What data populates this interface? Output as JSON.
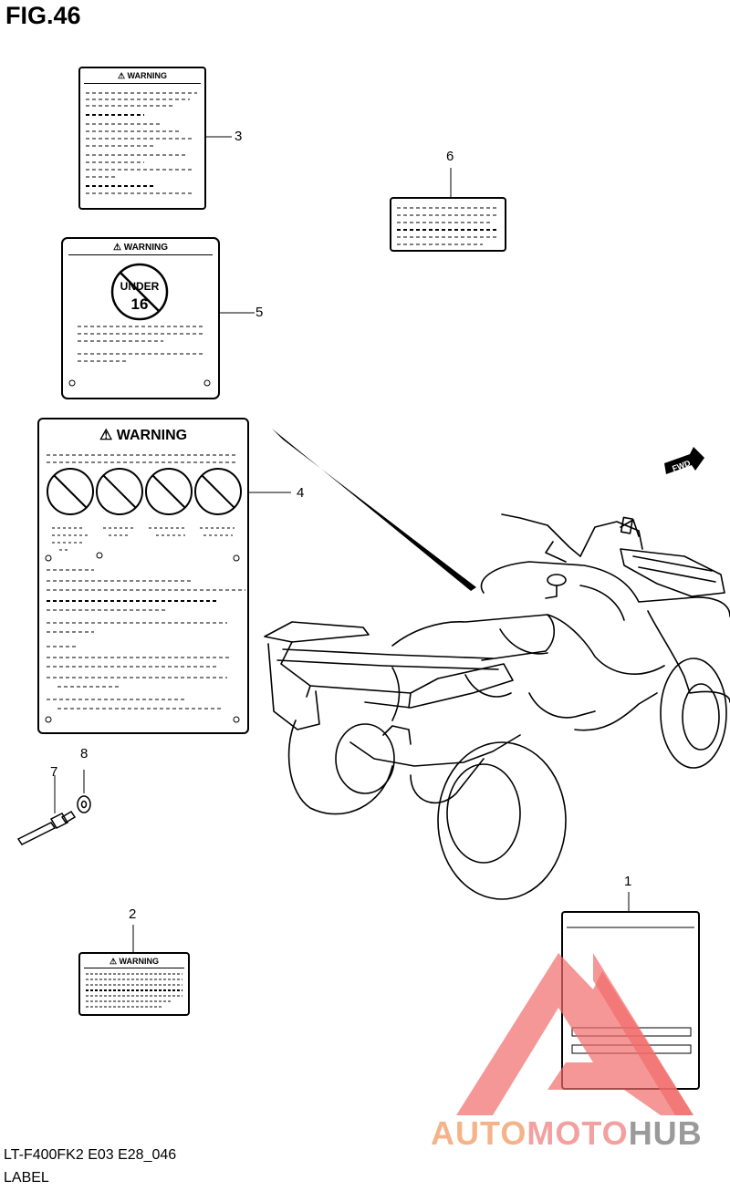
{
  "figure": {
    "title": "FIG.46"
  },
  "labels": {
    "label_3": {
      "callout": "3",
      "heading": "WARNING"
    },
    "label_5": {
      "callout": "5",
      "heading": "WARNING",
      "badge_line1": "UNDER",
      "badge_line2": "16"
    },
    "label_4": {
      "callout": "4",
      "heading": "WARNING"
    },
    "label_6": {
      "callout": "6"
    },
    "label_2": {
      "callout": "2",
      "heading": "WARNING"
    },
    "label_1": {
      "callout": "1"
    }
  },
  "hardware": {
    "bolt": {
      "callout": "7"
    },
    "washer": {
      "callout": "8"
    }
  },
  "vehicle": {
    "direction_badge": "FWD"
  },
  "footer": {
    "model_code": "LT-F400FK2 E03 E28_046",
    "section": "LABEL"
  },
  "watermark": {
    "part1": "AUTO",
    "part2": "MOTO",
    "part3": "HUB",
    "colors": {
      "auto": "#f5b38a",
      "moto": "#f3a0a0",
      "hub": "#9a9a9a",
      "triangle": "#f26b6b"
    }
  }
}
